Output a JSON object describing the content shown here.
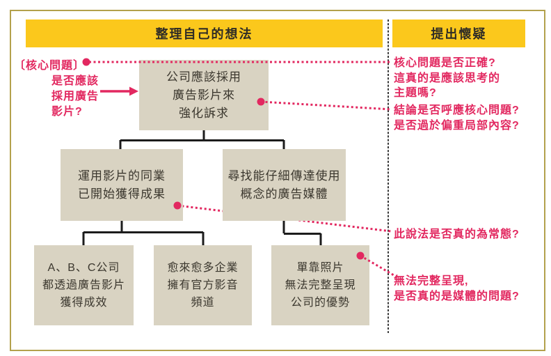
{
  "headers": {
    "left": "整理自己的想法",
    "right": "提出懷疑"
  },
  "left_annotations": {
    "core_problem_label": "〔核心問題〕",
    "core_problem_question": "是否應該\n採用廣告\n影片?"
  },
  "tree": {
    "root": {
      "text": "公司應該採用\n廣告影片來\n強化訴求"
    },
    "branches": [
      {
        "text": "運用影片的同業\n已開始獲得成果"
      },
      {
        "text": "尋找能仔細傳達使用\n概念的廣告媒體"
      }
    ],
    "leaves": [
      {
        "text": "A、B、C公司\n都透過廣告影片\n獲得成效"
      },
      {
        "text": "愈來愈多企業\n擁有官方影音\n頻道"
      },
      {
        "text": "單靠照片\n無法完整呈現\n公司的優勢"
      }
    ]
  },
  "doubts": [
    {
      "text": "核心問題是否正確?\n這真的是應該思考的\n主題嗎?"
    },
    {
      "text": "結論是否呼應核心問題?\n是否過於偏重局部內容?"
    },
    {
      "text": "此說法是否真的為常態?"
    },
    {
      "text": "無法完整呈現,\n是否真的是媒體的問題?"
    }
  ],
  "colors": {
    "header_yellow": "#fbc81c",
    "box_beige": "#d9d3c2",
    "accent_pink": "#e22860",
    "frame_gold": "#b3a14c",
    "connector_black": "#1c1c1c"
  }
}
